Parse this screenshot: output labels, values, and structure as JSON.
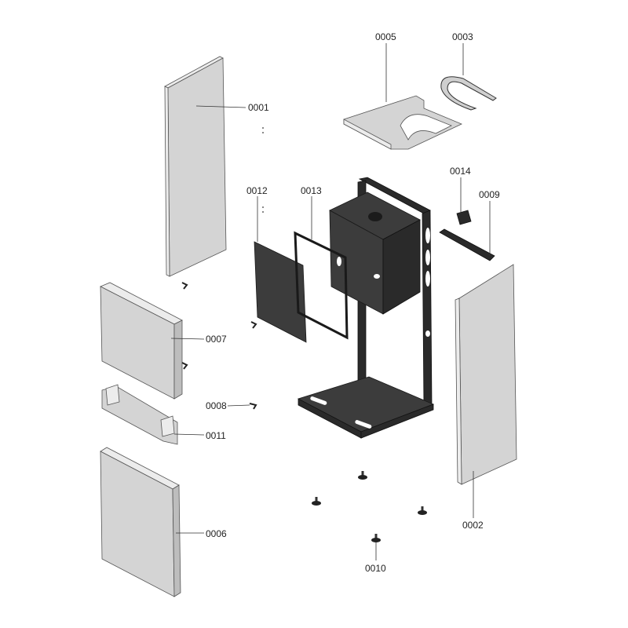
{
  "diagram": {
    "title": "Exploded parts view",
    "parts": [
      {
        "id": "p0001",
        "label": "0001"
      },
      {
        "id": "p0002",
        "label": "0002"
      },
      {
        "id": "p0003",
        "label": "0003"
      },
      {
        "id": "p0005",
        "label": "0005"
      },
      {
        "id": "p0006",
        "label": "0006"
      },
      {
        "id": "p0007",
        "label": "0007"
      },
      {
        "id": "p0008",
        "label": "0008"
      },
      {
        "id": "p0009",
        "label": "0009"
      },
      {
        "id": "p0010",
        "label": "0010"
      },
      {
        "id": "p0011",
        "label": "0011"
      },
      {
        "id": "p0012",
        "label": "0012"
      },
      {
        "id": "p0013",
        "label": "0013"
      },
      {
        "id": "p0014",
        "label": "0014"
      }
    ]
  }
}
